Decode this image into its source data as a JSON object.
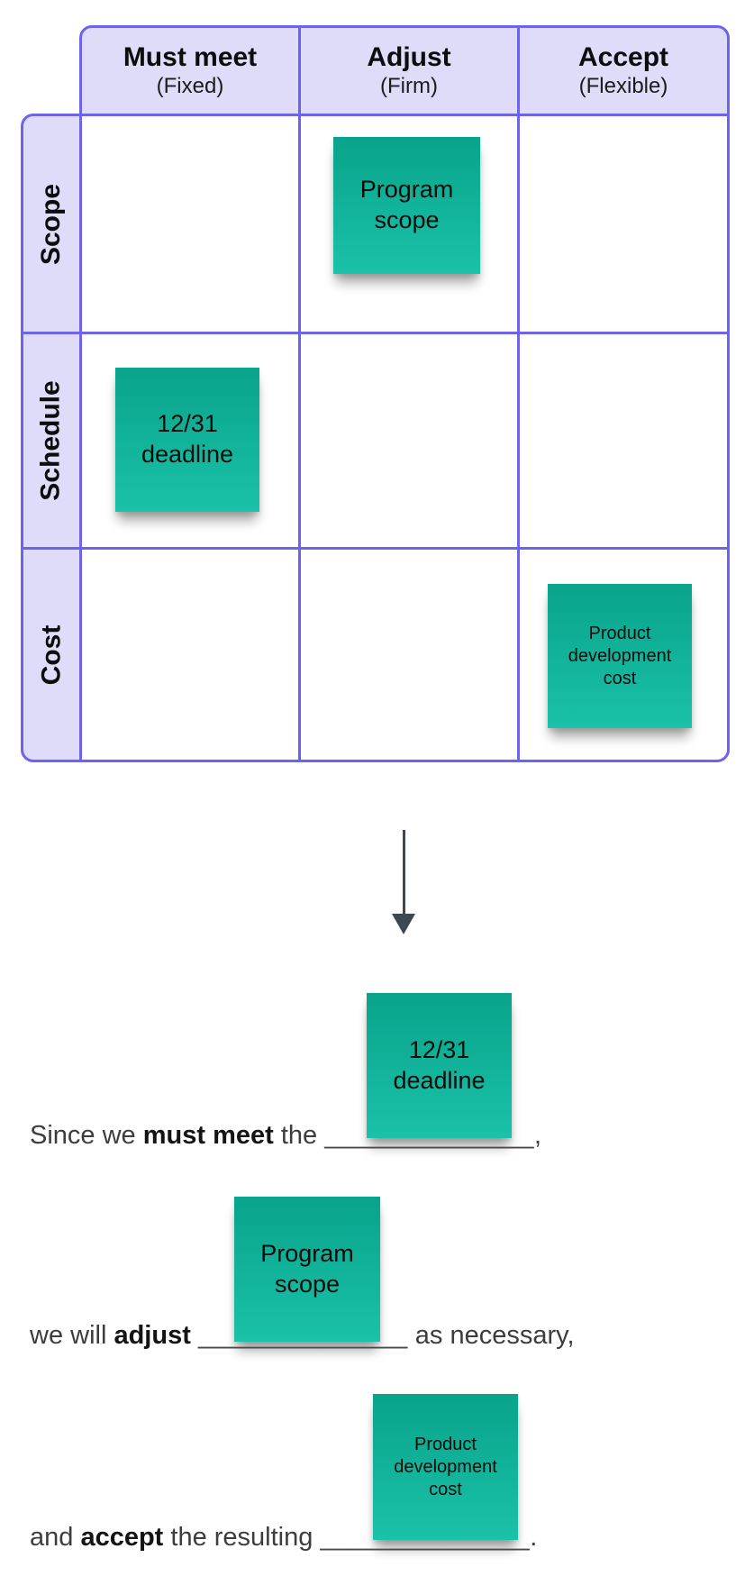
{
  "matrix": {
    "columns": [
      {
        "title": "Must meet",
        "subtitle": "(Fixed)"
      },
      {
        "title": "Adjust",
        "subtitle": "(Firm)"
      },
      {
        "title": "Accept",
        "subtitle": "(Flexible)"
      }
    ],
    "rows": [
      {
        "label": "Scope"
      },
      {
        "label": "Schedule"
      },
      {
        "label": "Cost"
      }
    ],
    "notes": [
      {
        "text": "Program scope",
        "row": "Scope",
        "col": "Adjust"
      },
      {
        "text": "12/31 deadline",
        "row": "Schedule",
        "col": "Must meet"
      },
      {
        "text": "Product development cost",
        "row": "Cost",
        "col": "Accept"
      }
    ]
  },
  "sentences": [
    {
      "pre": "Since we ",
      "bold": "must meet",
      "mid": " the ",
      "blank": "______________",
      "post": ",",
      "note": "12/31 deadline"
    },
    {
      "pre": "we will ",
      "bold": "adjust",
      "mid": " ",
      "blank": "______________",
      "post": " as necessary,",
      "note": "Program scope"
    },
    {
      "pre": "and ",
      "bold": "accept",
      "mid": " the resulting ",
      "blank": "______________",
      "post": ".",
      "note": "Product development cost"
    }
  ],
  "colors": {
    "table_border": "#6E63EC",
    "header_fill": "#DEDCF8",
    "sticky_top": "#08A38B",
    "sticky_bottom": "#1AC2A7",
    "arrow": "#3E4754",
    "sentence_text": "#3D3D3D"
  }
}
